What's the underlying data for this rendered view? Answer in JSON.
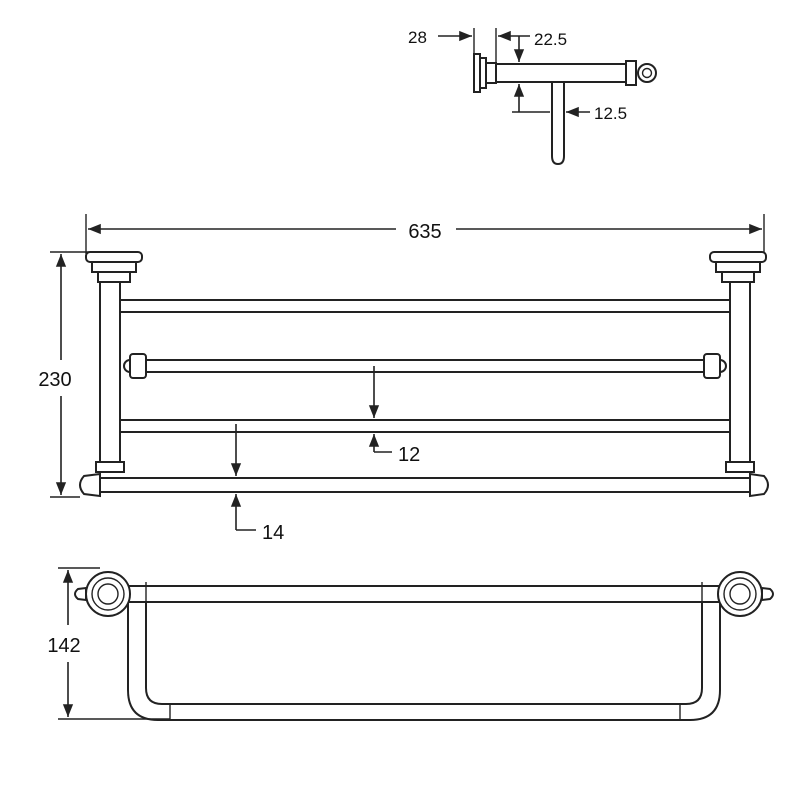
{
  "diagram": {
    "type": "technical drawing",
    "views": [
      "side-view",
      "front-view",
      "top-view"
    ]
  },
  "dimensions": {
    "side": {
      "wall_depth": "28",
      "bar_offset": "22.5",
      "hanger_offset": "12.5"
    },
    "front": {
      "overall_width": "635",
      "overall_height": "230",
      "bar_gap": "12",
      "bottom_gap": "14"
    },
    "top": {
      "depth": "142"
    }
  }
}
